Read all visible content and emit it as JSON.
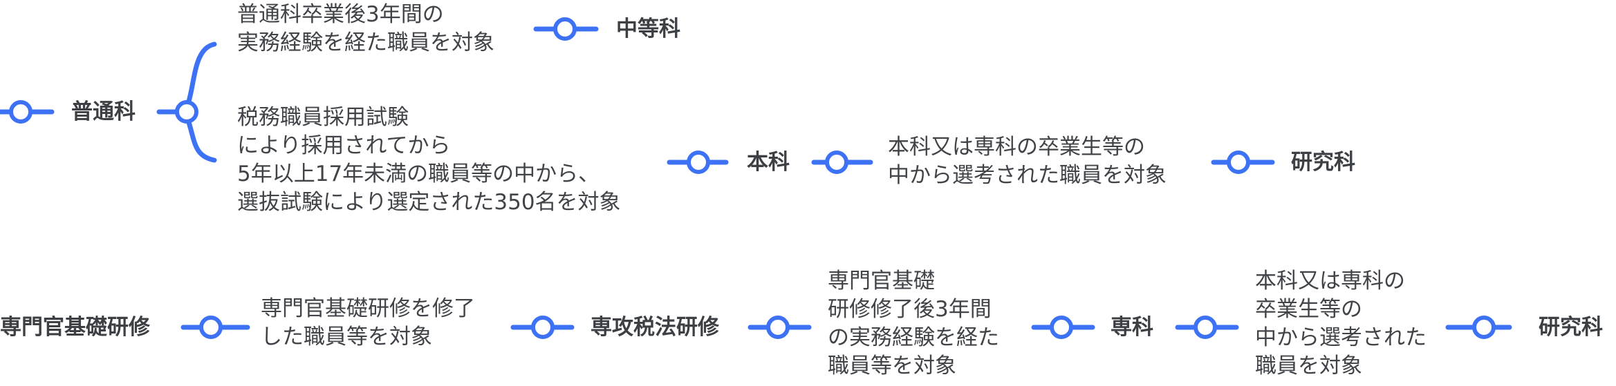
{
  "diagram": {
    "row1": {
      "root": "普通科",
      "branch_upper": {
        "condition": [
          "普通科卒業後3年間の",
          "実務経験を経た職員を対象"
        ],
        "target": "中等科"
      },
      "branch_lower": {
        "condition": [
          "税務職員採用試験",
          "により採用されてから",
          "5年以上17年未満の職員等の中から、",
          "選抜試験により選定された350名を対象"
        ],
        "target": "本科",
        "next_condition": [
          "本科又は専科の卒業生等の",
          "中から選考された職員を対象"
        ],
        "next_target": "研究科"
      }
    },
    "row2": {
      "start": "専門官基礎研修",
      "condition1": [
        "専門官基礎研修を修了",
        "した職員等を対象"
      ],
      "step1": "専攻税法研修",
      "condition2": [
        "専門官基礎",
        "研修修了後3年間",
        "の実務経験を経た",
        "職員等を対象"
      ],
      "step2": "専科",
      "condition3": [
        "本科又は専科の",
        "卒業生等の",
        "中から選考された",
        "職員を対象"
      ],
      "step3": "研究科"
    },
    "colors": {
      "connector": "#3d72f5",
      "text": "#404448"
    }
  }
}
